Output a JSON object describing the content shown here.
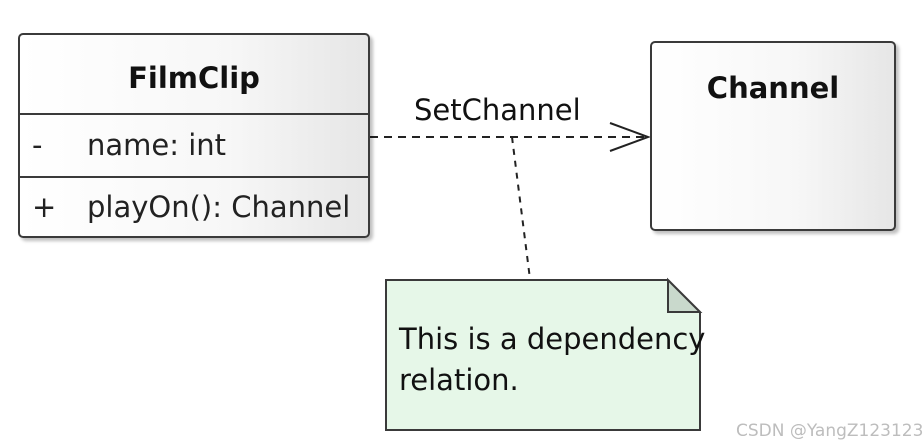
{
  "classes": {
    "filmclip": {
      "name": "FilmClip",
      "attributes": [
        {
          "visibility": "-",
          "signature": "name: int"
        }
      ],
      "operations": [
        {
          "visibility": "+",
          "signature": "playOn(): Channel"
        }
      ]
    },
    "channel": {
      "name": "Channel"
    }
  },
  "relation": {
    "label": "SetChannel",
    "kind": "dependency"
  },
  "note": {
    "lines": [
      "This is a dependency",
      "relation."
    ],
    "fill": "#e6f7e8"
  },
  "watermark": "CSDN @YangZ123123"
}
